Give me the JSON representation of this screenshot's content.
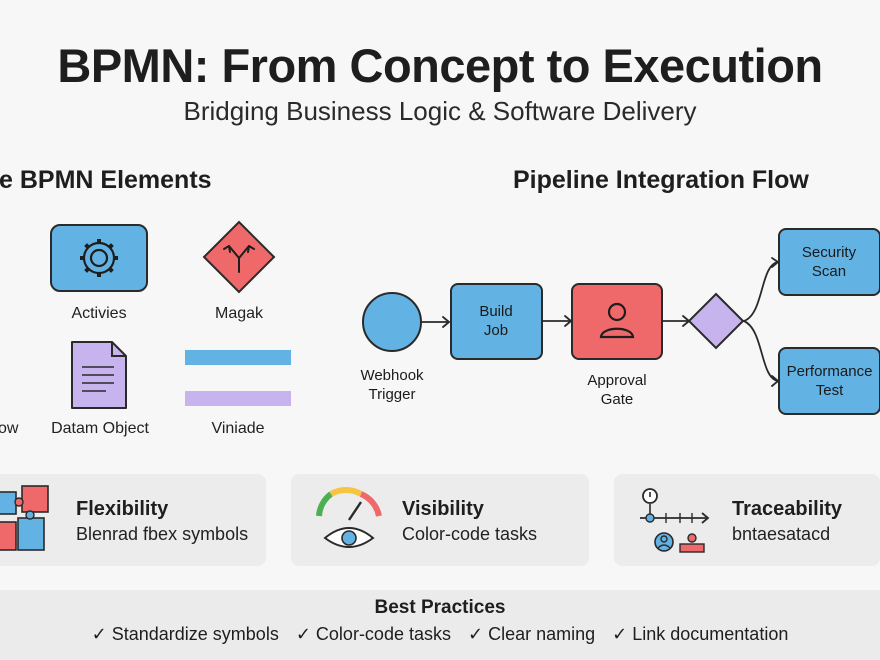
{
  "title": "BPMN: From Concept to Execution",
  "subtitle": "Bridging Business Logic & Software Delivery",
  "core": {
    "heading": "ore BPMN Elements",
    "labels": [
      "ow",
      "Activies",
      "Magak",
      "Datam Object",
      "Viniade"
    ]
  },
  "flow": {
    "heading": "Pipeline Integration Flow",
    "labels": {
      "webhook": "Webhook Trigger",
      "build": "Build Job",
      "approval": "Approval Gate",
      "security": "Security Scan",
      "performance": "Performance Test"
    }
  },
  "cards": [
    {
      "title": "Flexibility",
      "subtitle": "Blenrad fbex symbols"
    },
    {
      "title": "Visibility",
      "subtitle": "Color-code tasks"
    },
    {
      "title": "Traceability",
      "subtitle": "bntaesatacd"
    }
  ],
  "best_practices": {
    "title": "Best Practices",
    "items": [
      "✓ Standardize symbols",
      "✓ Color-code tasks",
      "✓ Clear naming",
      "✓ Link documentation"
    ]
  },
  "colors": {
    "blue": "#62b3e4",
    "red": "#f0696a",
    "purple": "#c7b3ee",
    "stroke": "#2a2a2a"
  }
}
